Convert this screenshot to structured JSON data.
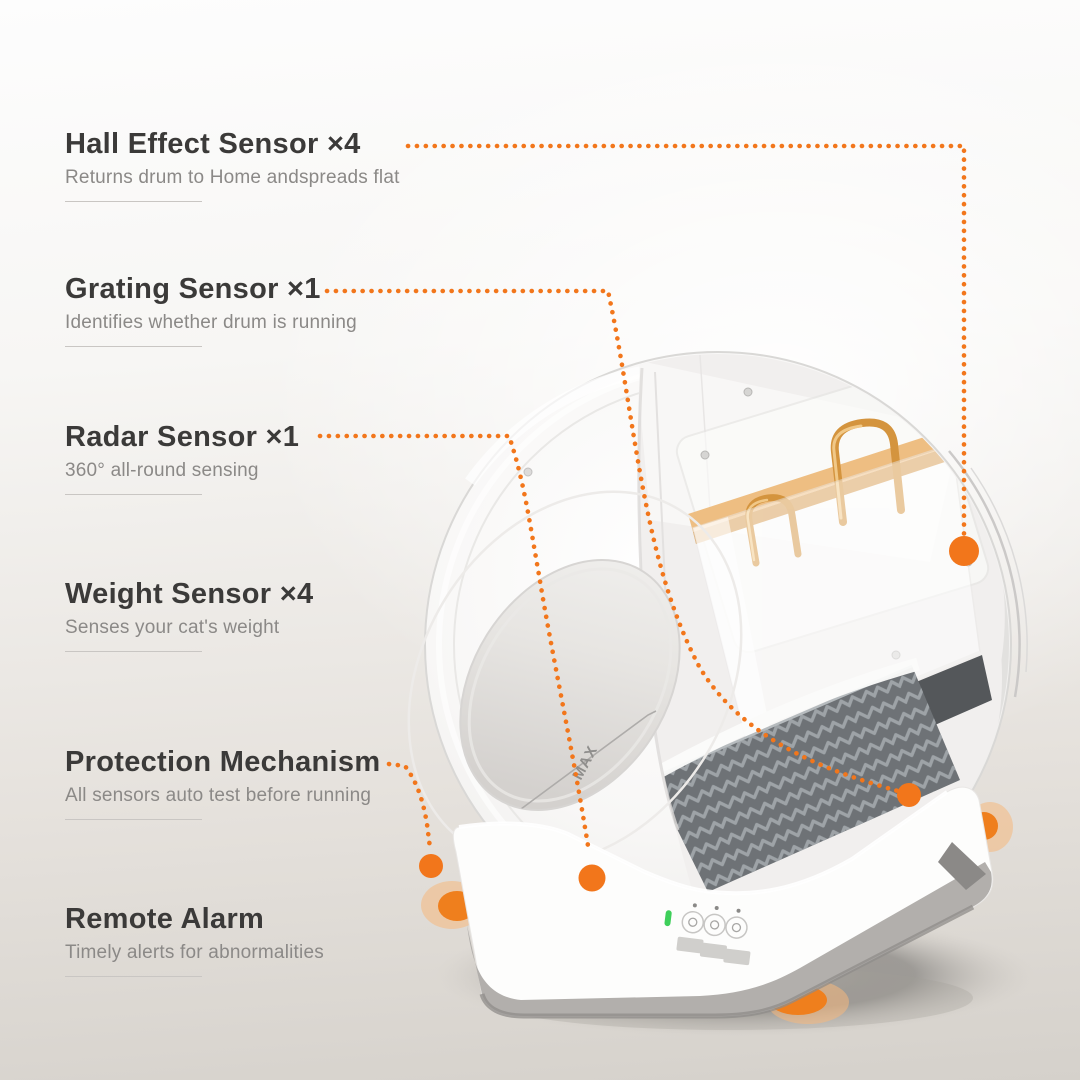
{
  "infographic": {
    "accent_orange": "#f2761b",
    "glow_orange": "#f5b87e",
    "power_led_color": "#3ecf5a"
  },
  "labels": [
    {
      "id": "hall",
      "title": "Hall Effect Sensor ×4",
      "subtitle": "Returns drum to Home andspreads flat"
    },
    {
      "id": "grating",
      "title": "Grating Sensor ×1",
      "subtitle": "Identifies whether drum is running"
    },
    {
      "id": "radar",
      "title": "Radar Sensor ×1",
      "subtitle": "360° all-round sensing"
    },
    {
      "id": "weight",
      "title": "Weight Sensor ×4",
      "subtitle": "Senses your cat's weight"
    },
    {
      "id": "protection",
      "title": "Protection Mechanism",
      "subtitle": "All sensors auto test before running"
    },
    {
      "id": "remote",
      "title": "Remote Alarm",
      "subtitle": "Timely alerts for abnormalities"
    }
  ],
  "machine": {
    "max_marking": "MAX"
  }
}
